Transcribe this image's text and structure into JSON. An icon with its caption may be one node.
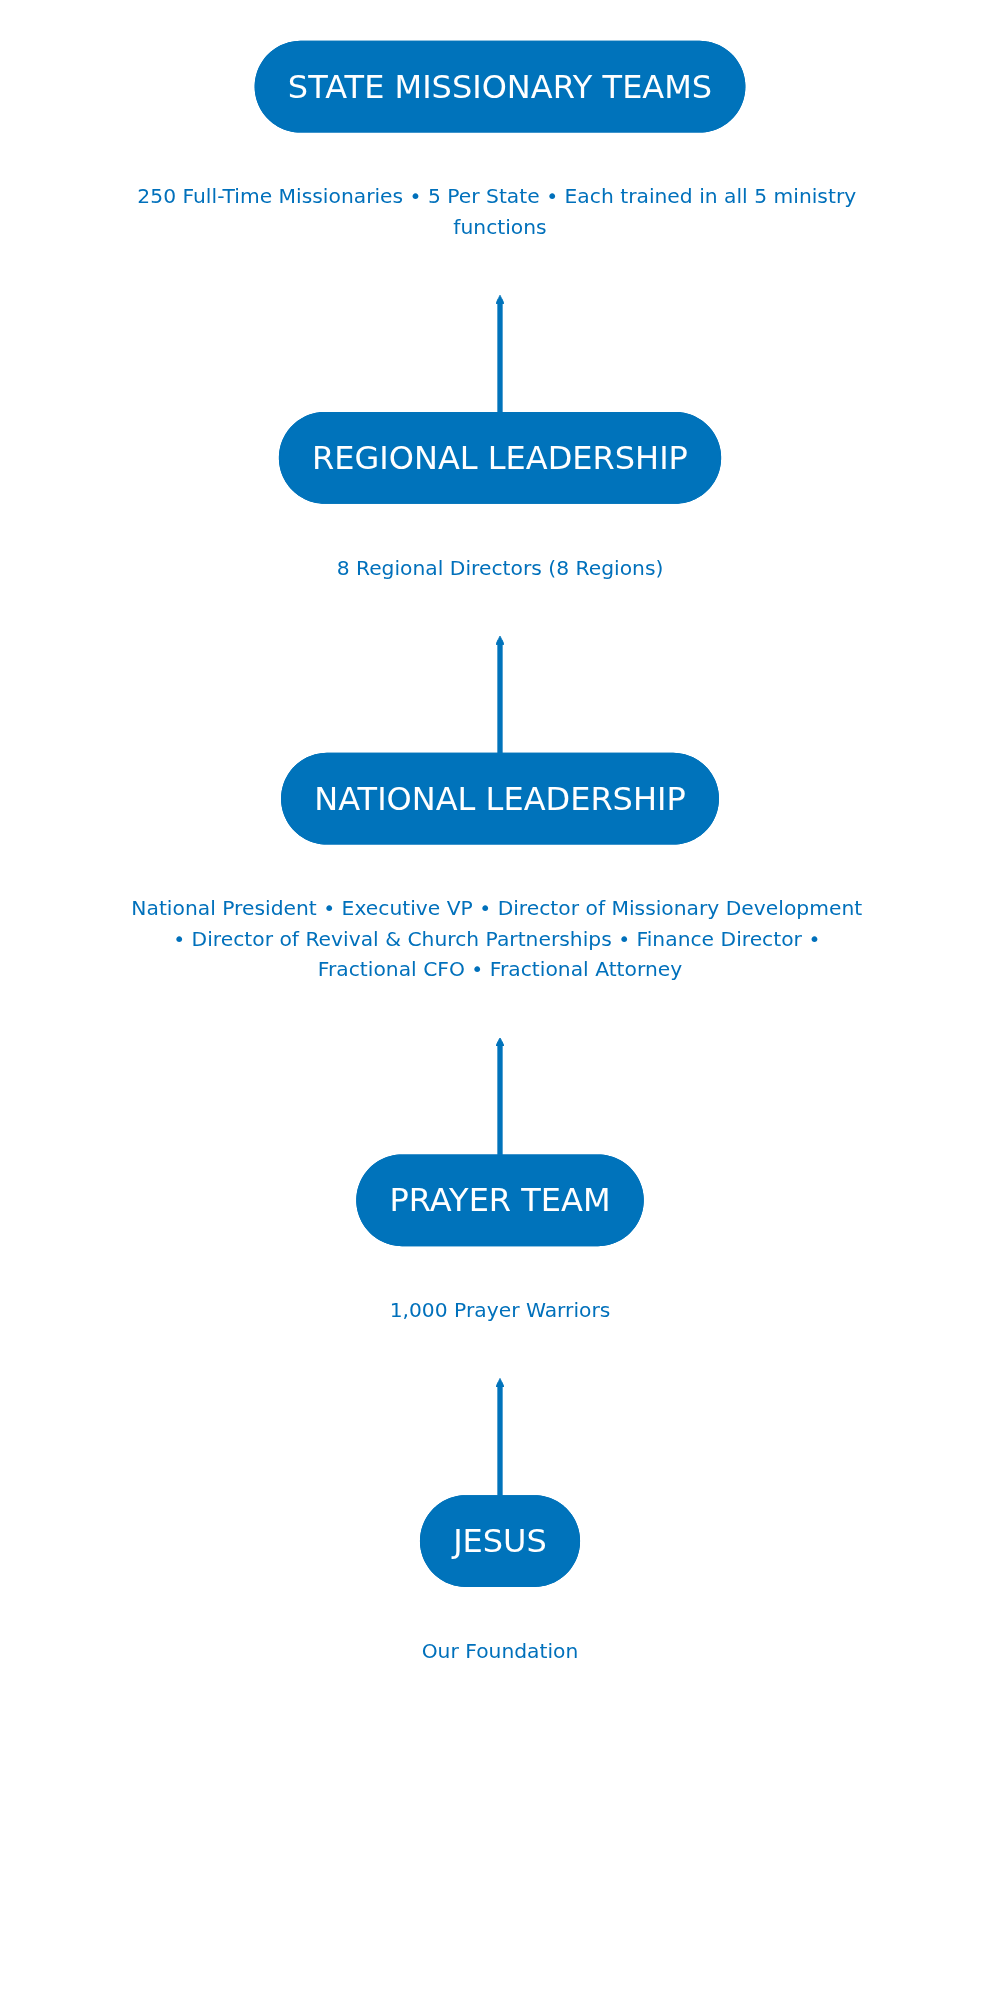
{
  "diagram": {
    "nodes": [
      {
        "text": [
          "STATE MISSIONARY TEAMS"
        ],
        "beside": [
          "250 Full-Time Missionaries • 5 Per State • Each trained in all 5 ministry functions"
        ]
      },
      {
        "text": [
          "REGIONAL LEADERSHIP"
        ],
        "beside": [
          "8 Regional Directors (8 Regions)"
        ]
      },
      {
        "text": [
          "NATIONAL LEADERSHIP"
        ],
        "beside": [
          "National President • Executive VP • Director of Missionary Development • Director of Revival & Church Partnerships • Finance Director • Fractional CFO • Fractional Attorney"
        ]
      },
      {
        "text": [
          "PRAYER TEAM"
        ],
        "beside": [
          "1,000 Prayer Warriors"
        ]
      },
      {
        "text": [
          "JESUS"
        ],
        "beside": [
          "Our Foundation"
        ]
      }
    ],
    "edges": [
      {
        "from": 1,
        "to": 0,
        "arrow": "to"
      },
      {
        "from": 2,
        "to": 1,
        "arrow": "to"
      },
      {
        "from": 3,
        "to": 2,
        "arrow": "to"
      },
      {
        "from": 4,
        "to": 3,
        "arrow": "to"
      }
    ]
  }
}
